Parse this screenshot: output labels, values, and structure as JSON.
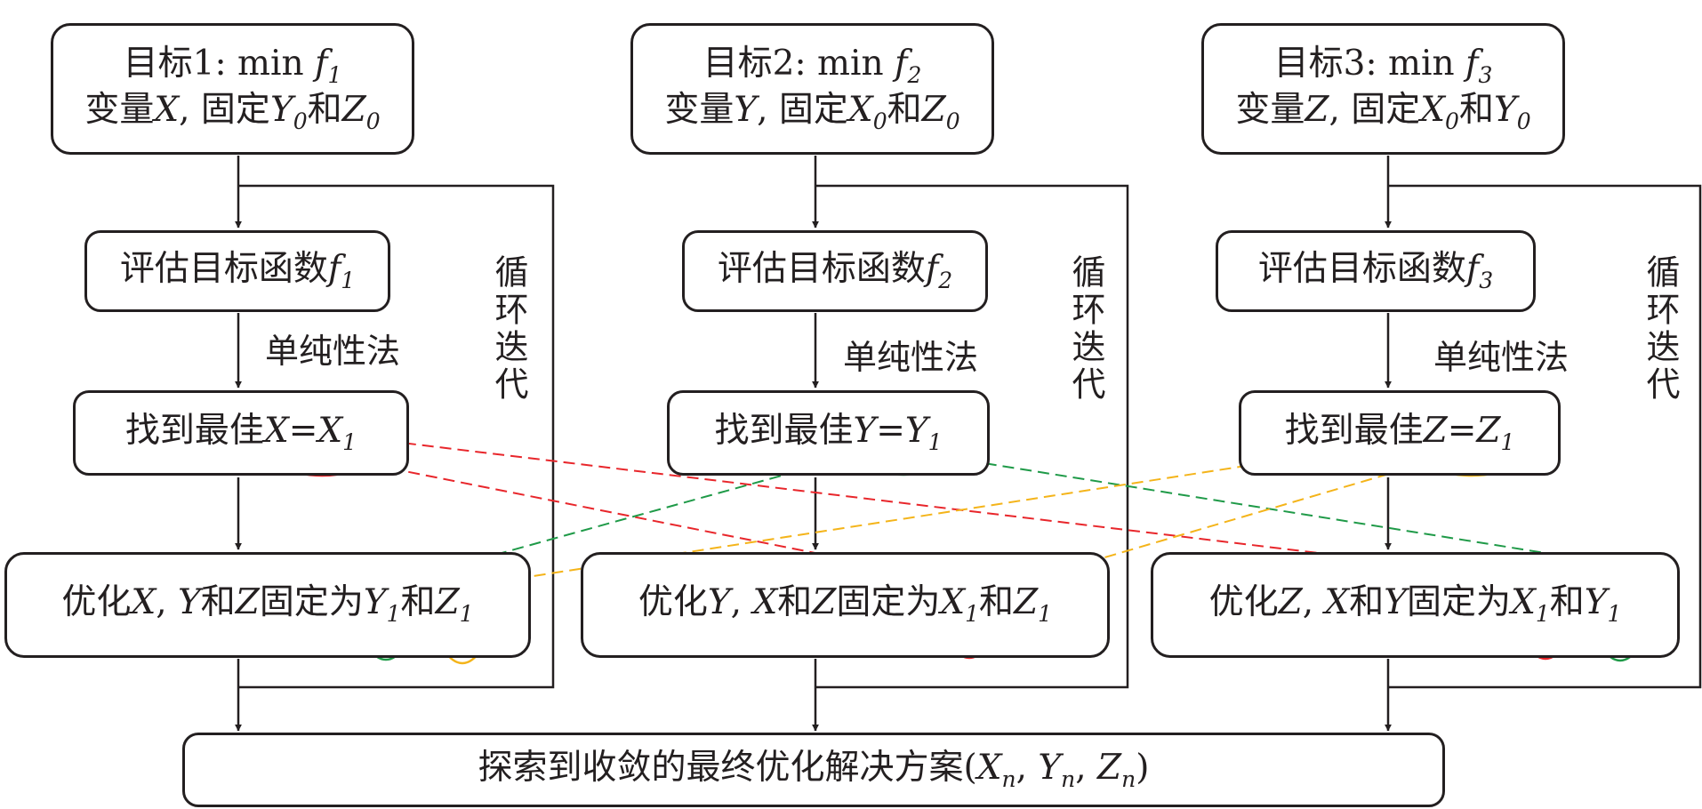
{
  "columns": [
    {
      "goal_label": "目标1:",
      "goal_min": "min",
      "goal_f": "f",
      "goal_f_sub": "1",
      "goal_vars_prefix": "变量",
      "goal_var": "X",
      "goal_vars_mid": ", 固定",
      "goal_fix1": "Y",
      "goal_fix1_sub": "0",
      "goal_and": "和",
      "goal_fix2": "Z",
      "goal_fix2_sub": "0",
      "eval_label": "评估目标函数",
      "eval_f": "f",
      "eval_f_sub": "1",
      "method_label": "单纯性法",
      "loop_label": "循环迭代",
      "find_label": "找到最佳",
      "find_var": "X",
      "find_eq": "=",
      "find_val": "X",
      "find_val_sub": "1",
      "opt_prefix": "优化",
      "opt_var": "X",
      "opt_sep": ", ",
      "opt_v1": "Y",
      "opt_and1": "和",
      "opt_v2": "Z",
      "opt_mid": "固定为",
      "opt_f1": "Y",
      "opt_f1_sub": "1",
      "opt_and2": "和",
      "opt_f2": "Z",
      "opt_f2_sub": "1"
    },
    {
      "goal_label": "目标2:",
      "goal_min": "min",
      "goal_f": "f",
      "goal_f_sub": "2",
      "goal_vars_prefix": "变量",
      "goal_var": "Y",
      "goal_vars_mid": ", 固定",
      "goal_fix1": "X",
      "goal_fix1_sub": "0",
      "goal_and": "和",
      "goal_fix2": "Z",
      "goal_fix2_sub": "0",
      "eval_label": "评估目标函数",
      "eval_f": "f",
      "eval_f_sub": "2",
      "method_label": "单纯性法",
      "loop_label": "循环迭代",
      "find_label": "找到最佳",
      "find_var": "Y",
      "find_eq": "=",
      "find_val": "Y",
      "find_val_sub": "1",
      "opt_prefix": "优化",
      "opt_var": "Y",
      "opt_sep": ", ",
      "opt_v1": "X",
      "opt_and1": "和",
      "opt_v2": "Z",
      "opt_mid": "固定为",
      "opt_f1": "X",
      "opt_f1_sub": "1",
      "opt_and2": "和",
      "opt_f2": "Z",
      "opt_f2_sub": "1"
    },
    {
      "goal_label": "目标3:",
      "goal_min": "min",
      "goal_f": "f",
      "goal_f_sub": "3",
      "goal_vars_prefix": "变量",
      "goal_var": "Z",
      "goal_vars_mid": ", 固定",
      "goal_fix1": "X",
      "goal_fix1_sub": "0",
      "goal_and": "和",
      "goal_fix2": "Y",
      "goal_fix2_sub": "0",
      "eval_label": "评估目标函数",
      "eval_f": "f",
      "eval_f_sub": "3",
      "method_label": "单纯性法",
      "loop_label": "循环迭代",
      "find_label": "找到最佳",
      "find_var": "Z",
      "find_eq": "=",
      "find_val": "Z",
      "find_val_sub": "1",
      "opt_prefix": "优化",
      "opt_var": "Z",
      "opt_sep": ", ",
      "opt_v1": "X",
      "opt_and1": "和",
      "opt_v2": "Y",
      "opt_mid": "固定为",
      "opt_f1": "X",
      "opt_f1_sub": "1",
      "opt_and2": "和",
      "opt_f2": "Y",
      "opt_f2_sub": "1"
    }
  ],
  "final": {
    "label": "探索到收敛的最终优化解决方案(",
    "x": "X",
    "x_sub": "n",
    "sep1": ", ",
    "y": "Y",
    "y_sub": "n",
    "sep2": ", ",
    "z": "Z",
    "z_sub": "n",
    "close": ")"
  },
  "colors": {
    "ink": "#231f20",
    "x_link": "#e8262b",
    "y_link": "#1f9a48",
    "z_link": "#f4b41a"
  }
}
